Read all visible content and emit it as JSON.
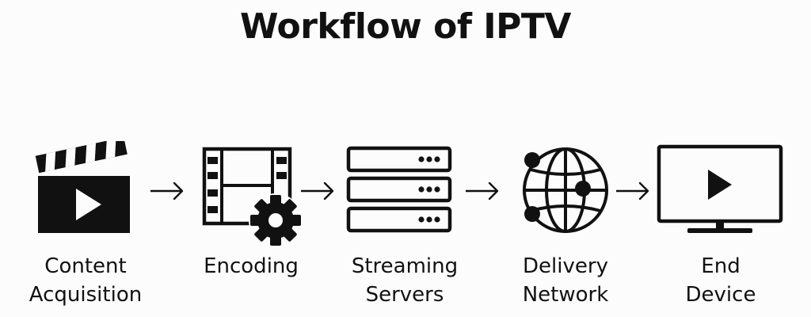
{
  "title": "Workflow of IPTV",
  "steps": [
    {
      "icon": "clapperboard-play-icon",
      "line1": "Content",
      "line2": "Acquisition"
    },
    {
      "icon": "film-gear-icon",
      "line1": "Encoding",
      "line2": ""
    },
    {
      "icon": "server-stack-icon",
      "line1": "Streaming",
      "line2": "Servers"
    },
    {
      "icon": "globe-network-icon",
      "line1": "Delivery",
      "line2": "Network"
    },
    {
      "icon": "monitor-play-icon",
      "line1": "End",
      "line2": "Device"
    }
  ],
  "arrow_icon": "arrow-right-icon"
}
